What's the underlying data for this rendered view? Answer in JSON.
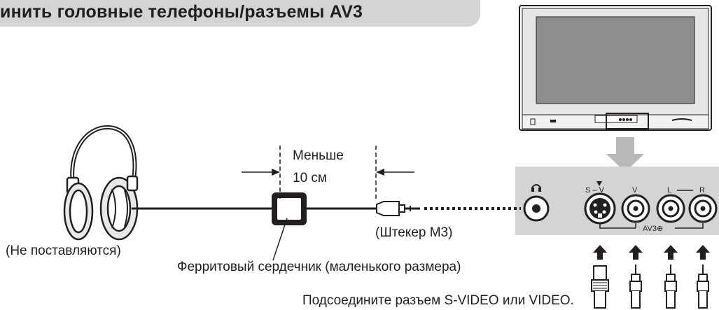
{
  "title": "инить головные телефоны/разъемы AV3",
  "labels": {
    "length_line1": "Меньше",
    "length_line2": "10 см",
    "plug": "(Штекер M3)",
    "not_supplied": "(Не поставляются)",
    "ferrite": "Ферритовый сердечник (маленького размера)",
    "connect_note": "Подсоедините разъем S-VIDEO или VIDEO."
  },
  "panel": {
    "svideo": "S – V",
    "video": "V",
    "left": "L",
    "right": "R",
    "group": "AV3"
  },
  "colors": {
    "panel": "#d4d4d4",
    "arrow": "#b9b9b9",
    "ink": "#231f20"
  }
}
